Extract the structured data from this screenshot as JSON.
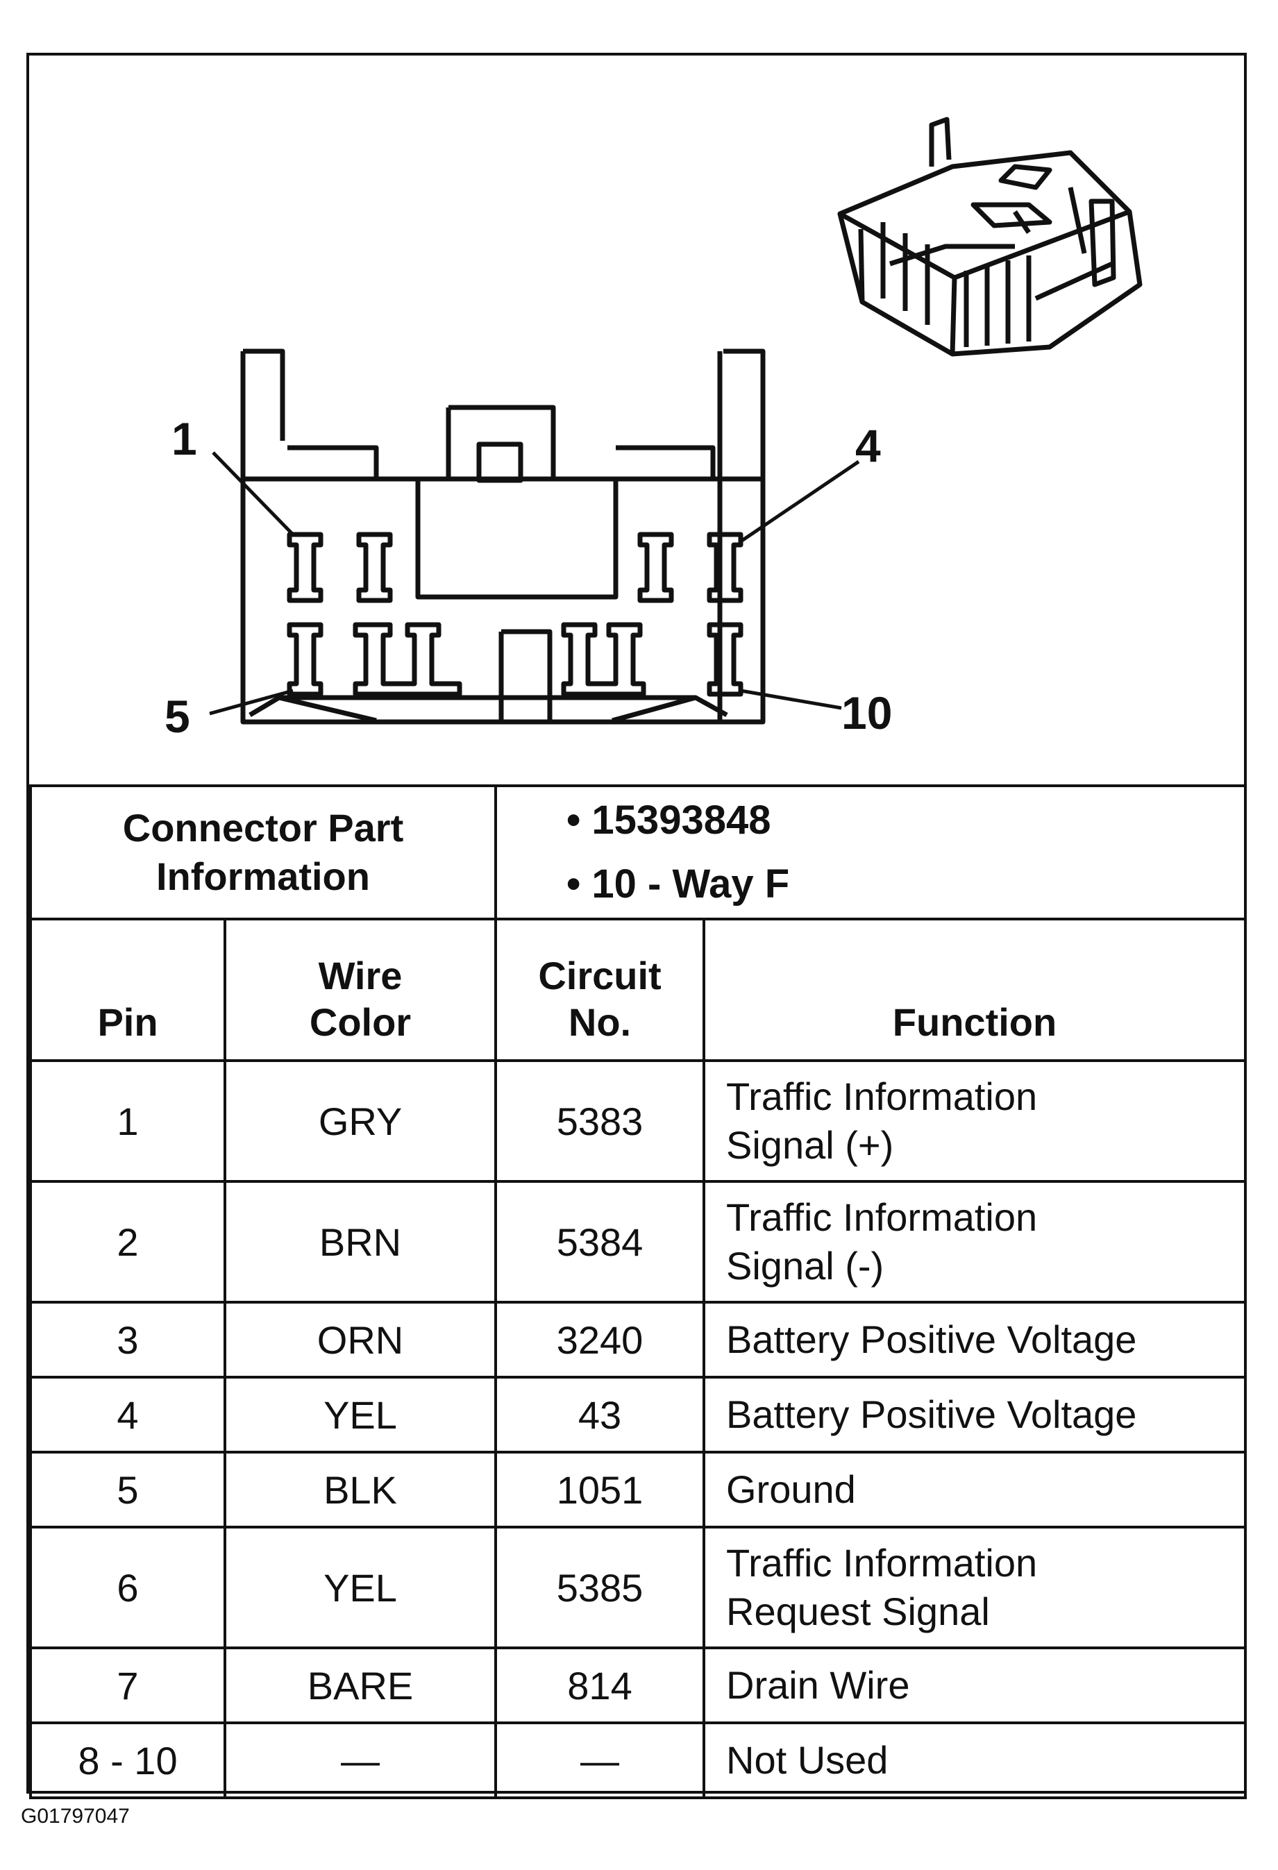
{
  "diagram": {
    "pin_labels": [
      "1",
      "4",
      "5",
      "10"
    ]
  },
  "connector_info": {
    "label_line1": "Connector Part",
    "label_line2": "Information",
    "part_number": "• 15393848",
    "connector_type": "• 10 - Way F"
  },
  "table": {
    "headers": {
      "pin": "Pin",
      "wire_color_line1": "Wire",
      "wire_color_line2": "Color",
      "circuit_line1": "Circuit",
      "circuit_line2": "No.",
      "function": "Function"
    },
    "rows": [
      {
        "pin": "1",
        "color": "GRY",
        "circuit": "5383",
        "function_line1": "Traffic Information",
        "function_line2": "Signal (+)"
      },
      {
        "pin": "2",
        "color": "BRN",
        "circuit": "5384",
        "function_line1": "Traffic Information",
        "function_line2": "Signal (-)"
      },
      {
        "pin": "3",
        "color": "ORN",
        "circuit": "3240",
        "function_line1": "Battery Positive Voltage",
        "function_line2": ""
      },
      {
        "pin": "4",
        "color": "YEL",
        "circuit": "43",
        "function_line1": "Battery Positive Voltage",
        "function_line2": ""
      },
      {
        "pin": "5",
        "color": "BLK",
        "circuit": "1051",
        "function_line1": "Ground",
        "function_line2": ""
      },
      {
        "pin": "6",
        "color": "YEL",
        "circuit": "5385",
        "function_line1": "Traffic Information",
        "function_line2": "Request Signal"
      },
      {
        "pin": "7",
        "color": "BARE",
        "circuit": "814",
        "function_line1": "Drain Wire",
        "function_line2": ""
      },
      {
        "pin": "8 - 10",
        "color": "—",
        "circuit": "—",
        "function_line1": "Not Used",
        "function_line2": ""
      }
    ]
  },
  "figure_id": "G01797047"
}
